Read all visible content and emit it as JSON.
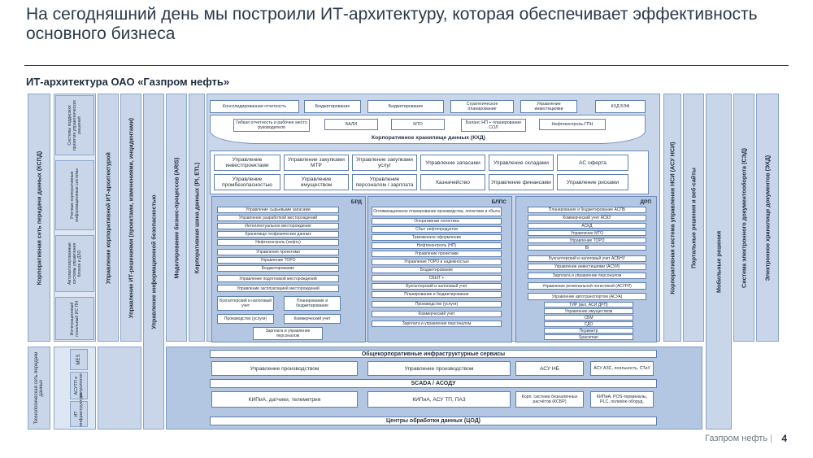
{
  "slide": {
    "title": "На сегодняшний день мы построили ИТ-архитектуру, которая обеспечивает эффективность основного бизнеса",
    "subtitle": "ИТ-архитектура ОАО «Газпром нефть»",
    "footer": "Газпром нефть",
    "page_number": "4"
  },
  "left_columns": [
    {
      "label": "Корпоративная сеть передачи данных (КСПД)"
    },
    {
      "label": "Управление корпоративной ИТ-архитектурой"
    },
    {
      "label": "Управление ИТ-решениями (проектами, изменениями, инцидентами)"
    },
    {
      "label": "Управление информационной безопасностью"
    },
    {
      "label": "Моделирование бизнес-процессов (ARIS)"
    },
    {
      "label": "Корпоративная шина данных (PI, ETL)"
    }
  ],
  "left_subcolumns": [
    {
      "label": "Системы поддержки принятия управленческих решений"
    },
    {
      "label": "Учетные корпоративные информационные системы"
    },
    {
      "label": "Автоматизированные системы управления блоков и ДЗО"
    },
    {
      "label": "Интеграционный локальный ИС ПН"
    }
  ],
  "right_columns": [
    {
      "label": "Корпоративная система управления НСИ (АСУ НСИ)"
    },
    {
      "label": "Портальные решения и веб-сайты"
    },
    {
      "label": "Мобильные решения"
    },
    {
      "label": "Система электронного документооборота (СЭД)"
    },
    {
      "label": "Электронное хранилище документов (ЭХД)"
    }
  ],
  "top_row1": [
    "Консолидированная отчетность",
    "Бюджетирование",
    "Бюджетирование",
    "Стратегическое планирование",
    "Управление инвестициями",
    "КХД БЭФ"
  ],
  "top_row2": [
    "Гибкая отчетность и рабочее место руководителя",
    "БАЛИ",
    "МТО",
    "Баланс НП + планирование СОЛ",
    "Нефтеконтроль-ГПН"
  ],
  "kxd_label": "Корпоративное хранилище данных (КХД)",
  "mid_row1": [
    "Управление инвестпроектами",
    "Управление закупками МТР",
    "Управление закупками услуг",
    "Управление запасами",
    "Управление складами",
    "АС оферта"
  ],
  "mid_row2": [
    "Управление промбезопасностью",
    "Управление имуществом",
    "Управление персоналом / зарплата",
    "Казначейство",
    "Управление финансами",
    "Управление рисками"
  ],
  "brd": {
    "label": "БРД",
    "items": [
      "Управление сырьевыми запасами",
      "Управление разработкой месторождений",
      "Интеллектуальное месторождение",
      "Хранилище геофизических данных",
      "Нефтеконтроль (нефть)",
      "Управление проектами",
      "Управление ТОРО",
      "Бюджетирование",
      "Управление подготовкой месторождений",
      "Управление эксплуатацией месторождений"
    ],
    "pair1": [
      "Бухгалтерский и налоговый учет",
      "Планирование и бюджетирование"
    ],
    "pair2": [
      "Производство (услуги)",
      "Коммерческий учет"
    ],
    "last": "Зарплата и управление персоналом"
  },
  "blps": {
    "label": "БЛПС",
    "items": [
      "Оптимизационное планирование производства, логистики и сбыта",
      "Оперативная логистика",
      "Сбыт нефтепродуктов",
      "Таможенное оформление",
      "Нефтеконтроль (НП)",
      "Управление проектами",
      "Управление ТОРО и надежностью",
      "Бюджетирование",
      "СБЫТ +",
      "Бухгалтерский и налоговый учет",
      "Планирование и бюджетирование",
      "Производство (услуги)",
      "Коммерческий учет",
      "Зарплата и управление персоналом"
    ]
  },
  "drp": {
    "label": "ДРП",
    "items": [
      "Планирование и бюджетирование АСПБ",
      "Коммерческий учет АСКУ",
      "АСКД",
      "Управление МТО",
      "Управление ТОРО",
      "BI",
      "Бухгалтерский и налоговый учет АСБНУ",
      "Управление инвестициями (АСУИ)",
      "Зарплата и управление персоналом",
      "Управление региональной логистикой (АСУРЛ)",
      "Управление автотранспортом (АСУА)",
      "ТИР (вкл. АСИ ДРП)",
      "Управление имуществом",
      "СБМ",
      "СДО",
      "Периметр",
      "Spaceman"
    ]
  },
  "bottom_left": [
    {
      "label": "Технологическая сеть передачи данных"
    },
    {
      "label": "MES"
    },
    {
      "label": "АСУТП и метрология"
    },
    {
      "label": "ИТ инфраструктура"
    }
  ],
  "bottom": {
    "services_label": "Общекорпоративные инфраструктурные сервисы",
    "row1": [
      "Управление производством",
      "Управление производством",
      "АСУ НБ",
      "АСУ АЗС, лояльность, СТиУ"
    ],
    "scada_label": "SCADA / АСОДУ",
    "row2": [
      "КИПиА, датчики, телеметрия",
      "КИПиА, АСУ ТП, ПАЗ",
      "Корп. система безналичных расчётов (КСБР)",
      "КИПиА, POS-терминалы, PLC, полевое оборуд."
    ],
    "cod_label": "Центры обработки данных (ЦОД)"
  }
}
